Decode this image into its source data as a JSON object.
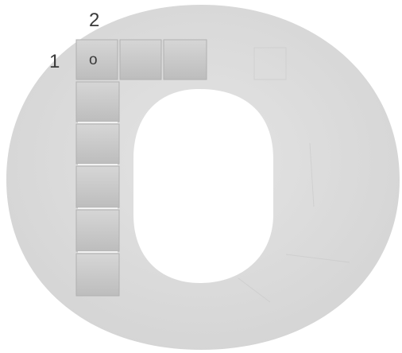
{
  "labels": {
    "row_index": "1",
    "column_index": "2",
    "cell_marker": "o"
  },
  "colors": {
    "background": "#ffffff",
    "ring_fill": "#dcdcdc",
    "tile_fill": "#c9c9c9",
    "tile_edge": "#b0b0b0",
    "tile_highlight": "#ececec",
    "text": "#3a3a3a"
  },
  "grid": {
    "top_row_tiles": 3,
    "left_column_tiles": 6
  }
}
